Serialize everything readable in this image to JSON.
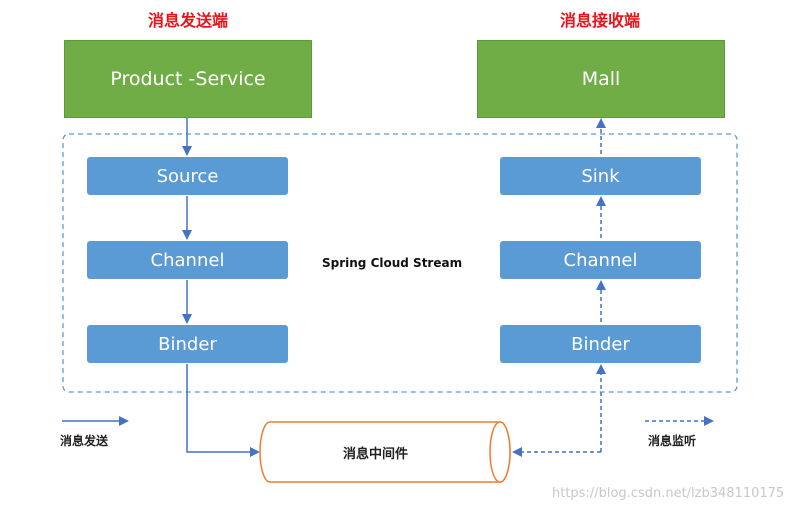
{
  "labels": {
    "sender_title": "消息发送端",
    "receiver_title": "消息接收端",
    "stream": "Spring Cloud Stream",
    "legend_send": "消息发送",
    "legend_listen": "消息监听",
    "middleware": "消息中间件",
    "watermark": "https://blog.csdn.net/lzb348110175"
  },
  "sender": {
    "service": "Product -Service",
    "source": "Source",
    "channel": "Channel",
    "binder": "Binder"
  },
  "receiver": {
    "service": "Mall",
    "sink": "Sink",
    "channel": "Channel",
    "binder": "Binder"
  },
  "colors": {
    "title_red": "#e8141c",
    "green": "#70ad47",
    "blue": "#5b9bd5",
    "arrow": "#4472c4",
    "cylinder_border": "#ed7d31"
  }
}
